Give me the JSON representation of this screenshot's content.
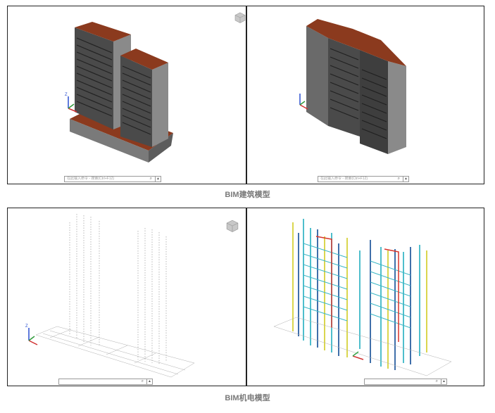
{
  "panels": {
    "cmd_placeholder_top": "在此输入命令 - 搜索(Ctrl+F12)",
    "cmd_search_icon": "search-icon",
    "cmd_up_icon": "▲"
  },
  "captions": {
    "architecture": "BIM建筑模型",
    "mep": "BIM机电模型"
  },
  "colors": {
    "roof": "#8b3a1e",
    "facade": "#6e6e6e",
    "window": "#2a2a2a",
    "axis_x": "#d03030",
    "axis_y": "#2e9a3a",
    "axis_z": "#2a4fd0",
    "pipe_blue": "#2a5fa0",
    "pipe_cyan": "#3bb7c6",
    "pipe_yellow": "#d6d23a",
    "pipe_red": "#d8342a",
    "pipe_green": "#3aa64a"
  },
  "axes": {
    "z": "Z"
  }
}
